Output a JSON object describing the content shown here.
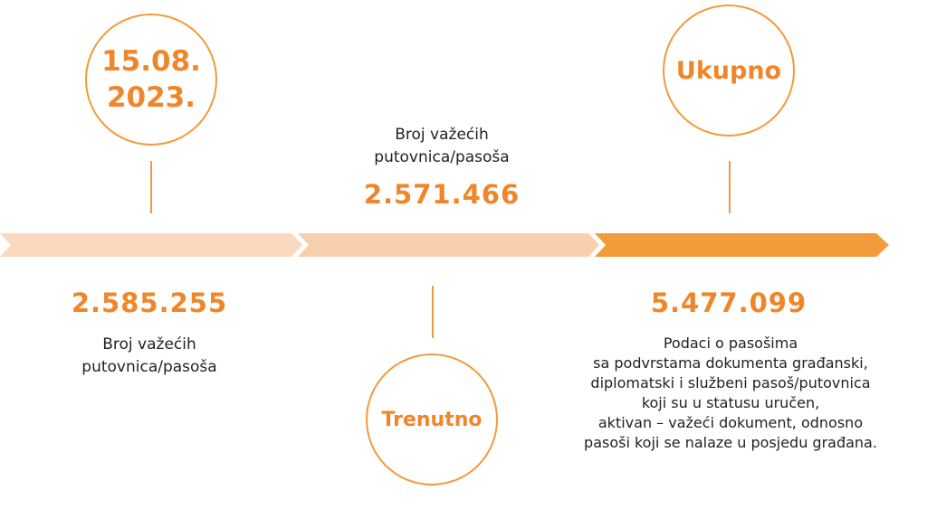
{
  "colors": {
    "accent": "#F0862A",
    "segment_light": "#FAD9BE",
    "segment_mid": "#F8CFAD",
    "segment_strong": "#F39A3A",
    "text": "#222222"
  },
  "milestones": [
    {
      "circle_line1": "15.08.",
      "circle_line2": "2023.",
      "value": "2.585.255",
      "description": [
        "Broj važećih",
        "putovnica/pasoša"
      ]
    },
    {
      "circle_label": "Trenutno",
      "value": "2.571.466",
      "description": [
        "Broj važećih",
        "putovnica/pasoša"
      ]
    },
    {
      "circle_label": "Ukupno",
      "value": "5.477.099",
      "description": [
        "Podaci o pasošima",
        "sa podvrstama dokumenta građanski,",
        "diplomatski i službeni pasoš/putovnica",
        "koji su u statusu uručen,",
        "aktivan – važeći dokument, odnosno",
        "pasoši koji se nalaze u posjedu građana."
      ]
    }
  ]
}
